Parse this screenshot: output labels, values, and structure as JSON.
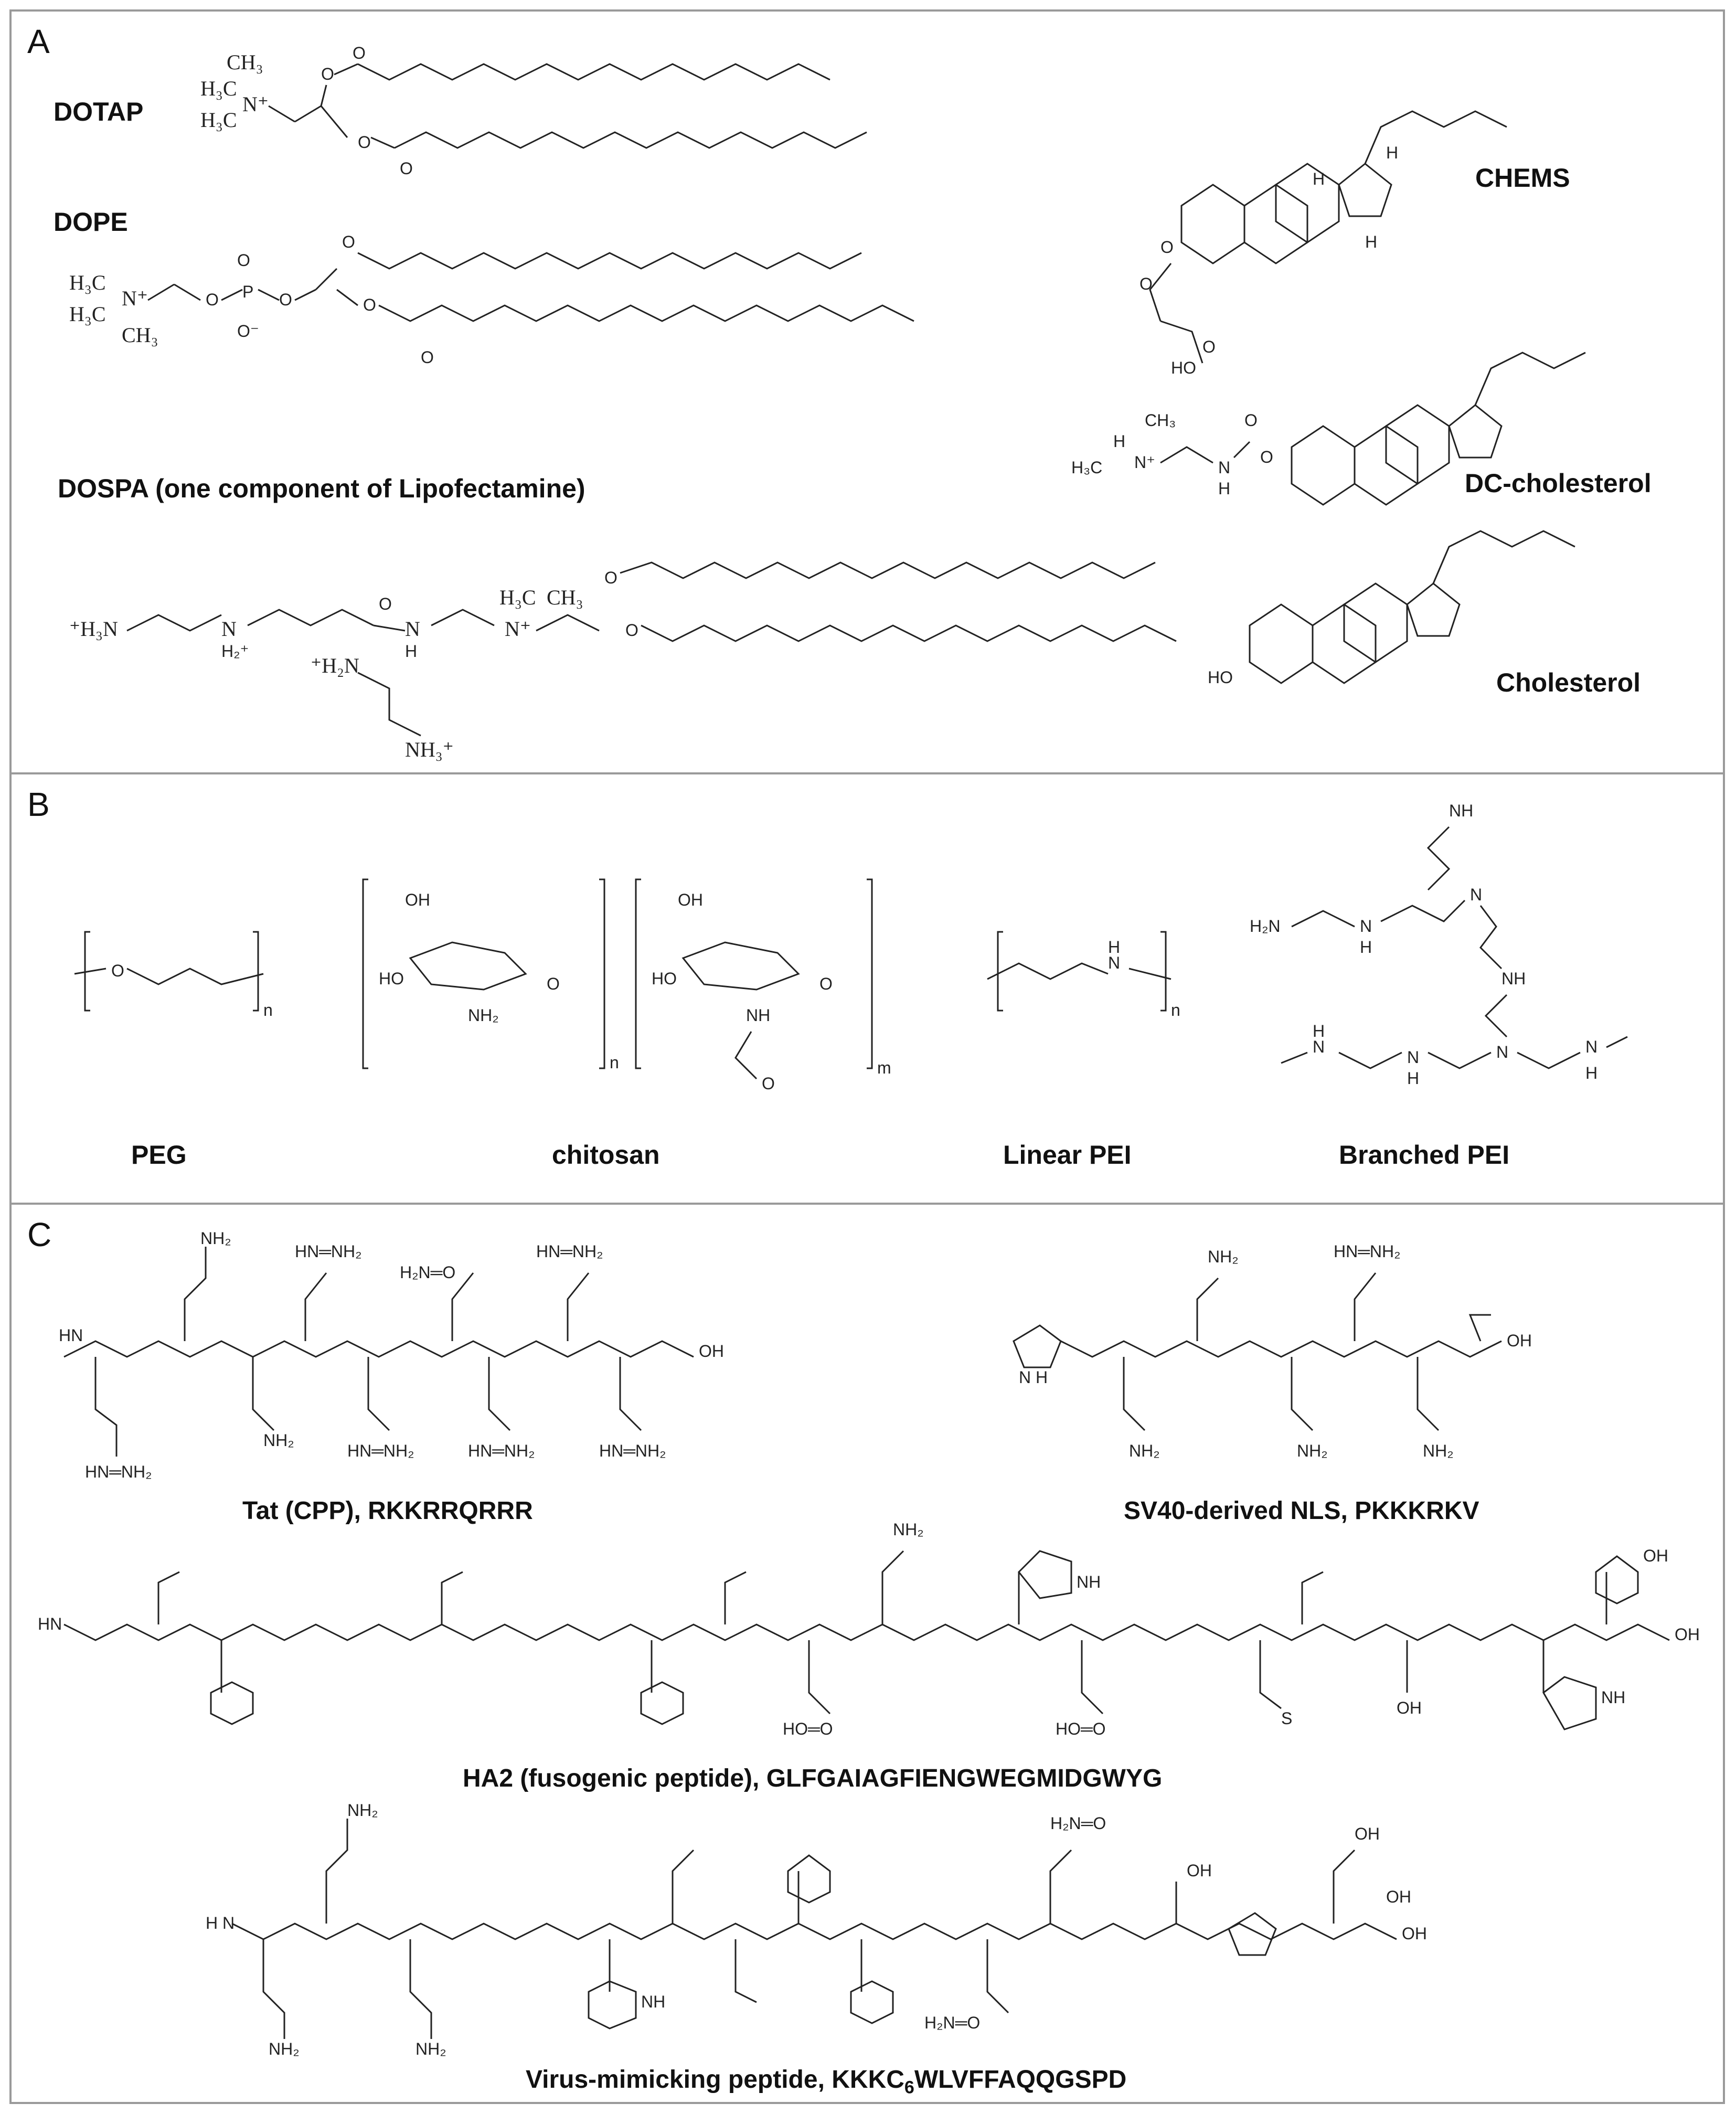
{
  "panels": {
    "a_label": "A",
    "b_label": "B",
    "c_label": "C"
  },
  "panel_a": {
    "dotap": "DOTAP",
    "dope": "DOPE",
    "dospa": "DOSPA (one component of Lipofectamine)",
    "chems": "CHEMS",
    "dc_cholesterol": "DC-cholesterol",
    "cholesterol": "Cholesterol"
  },
  "panel_b": {
    "peg": "PEG",
    "chitosan": "chitosan",
    "linear_pei": "Linear PEI",
    "branched_pei": "Branched PEI"
  },
  "panel_c": {
    "tat": "Tat (CPP), RKKRRQRRR",
    "sv40": "SV40-derived NLS, PKKKRKV",
    "ha2": "HA2 (fusogenic peptide), GLFGAIAGFIENGWEGMIDGWYG",
    "virus_prefix": "Virus-mimicking peptide, KKKC",
    "virus_sub": "6",
    "virus_suffix": "WLVFFAQQGSPD"
  }
}
